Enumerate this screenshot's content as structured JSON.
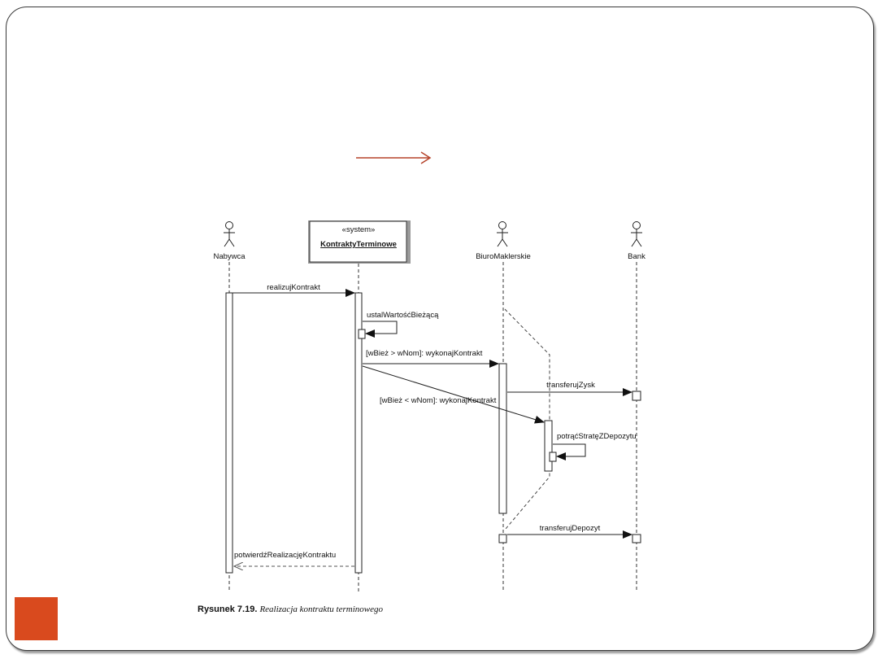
{
  "colors": {
    "accent": "#d94a1e",
    "arrow_accent": "#b5432a",
    "line": "#111111"
  },
  "participants": {
    "buyer": {
      "name": "Nabywca",
      "kind": "actor"
    },
    "system": {
      "stereotype": "«system»",
      "name": "KontraktyTerminowe",
      "kind": "object"
    },
    "broker": {
      "name": "BiuroMaklerskie",
      "kind": "actor"
    },
    "bank": {
      "name": "Bank",
      "kind": "actor"
    }
  },
  "messages": {
    "m1": "realizujKontrakt",
    "m2": "ustalWartośćBieżącą",
    "m3": "[wBież > wNom]: wykonajKontrakt",
    "m4": "[wBież < wNom]: wykonajKontrakt",
    "m5": "transferujZysk",
    "m6": "potrąćStratęZDepozytu",
    "m7": "transferujDepozyt",
    "m8": "potwierdźRealizacjęKontraktu"
  },
  "caption": {
    "figure": "Rysunek 7.19.",
    "text": "Realizacja kontraktu terminowego"
  },
  "decor": {
    "corner_square": "accent-square",
    "header_arrow": "right-arrow-icon"
  }
}
